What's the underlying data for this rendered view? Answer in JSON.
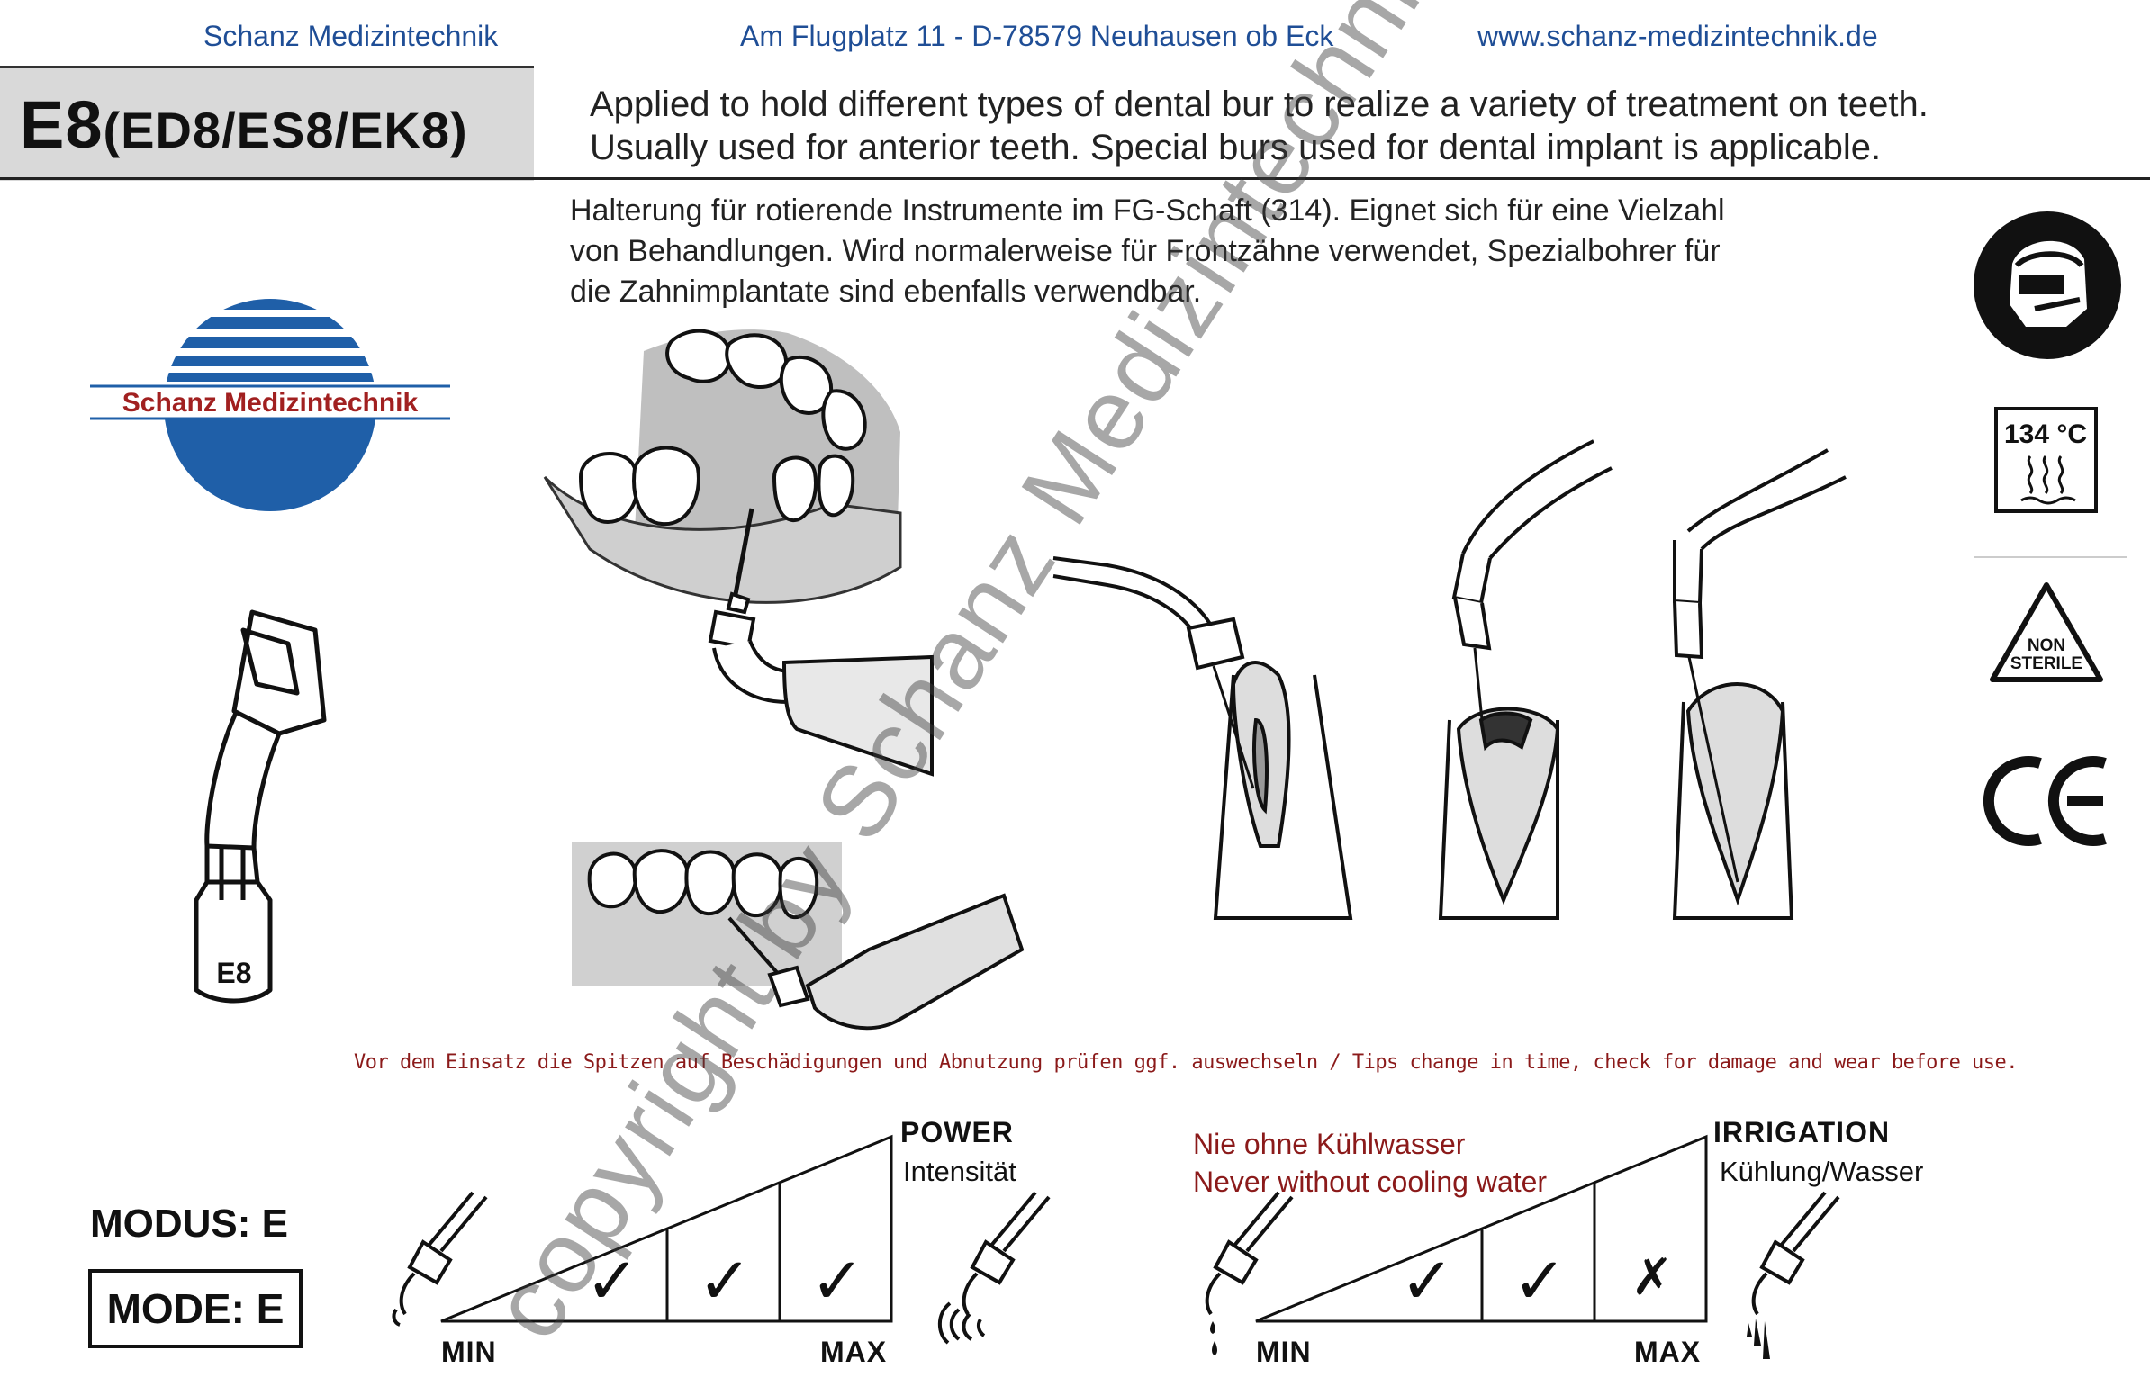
{
  "header": {
    "company": "Schanz Medizintechnik",
    "address": "Am Flugplatz 11 - D-78579 Neuhausen ob Eck",
    "website": "www.schanz-medizintechnik.de"
  },
  "product": {
    "model": "E8",
    "variants": "(ED8/ES8/EK8)",
    "tip_label": "E8"
  },
  "description": {
    "en_line1": "Applied to hold different types of dental bur to realize a variety of treatment on teeth.",
    "en_line2": "Usually used for anterior teeth. Special burs used for dental implant is applicable.",
    "de_line1": "Halterung für rotierende Instrumente im FG-Schaft (314). Eignet sich für eine Vielzahl",
    "de_line2": "von Behandlungen. Wird normalerweise für Frontzähne verwendet, Spezialbohrer für",
    "de_line3": "die Zahnimplantate sind ebenfalls verwendbar."
  },
  "logo": {
    "text": "Schanz Medizintechnik",
    "blue": "#1f5fa8",
    "red": "#a12020"
  },
  "icons": {
    "sterilize_temp": "134 °C",
    "non_sterile_line1": "NON",
    "non_sterile_line2": "STERILE",
    "ce": "CE"
  },
  "notice": "Vor dem Einsatz die Spitzen auf  Beschädigungen und Abnutzung prüfen ggf. auswechseln / Tips change in time, check for damage and wear before use.",
  "mode": {
    "modus": "MODUS: E",
    "mode": "MODE: E"
  },
  "power": {
    "title": "POWER",
    "subtitle": "Intensität",
    "min": "MIN",
    "max": "MAX",
    "levels": [
      "✓",
      "✓",
      "✓"
    ]
  },
  "irrigation": {
    "warning_de": "Nie ohne Kühlwasser",
    "warning_en": "Never without cooling water",
    "title": "IRRIGATION",
    "subtitle": "Kühlung/Wasser",
    "min": "MIN",
    "max": "MAX",
    "levels": [
      "✓",
      "✓",
      "✗"
    ]
  },
  "watermark": "copyright by Schanz Medizintechnik"
}
